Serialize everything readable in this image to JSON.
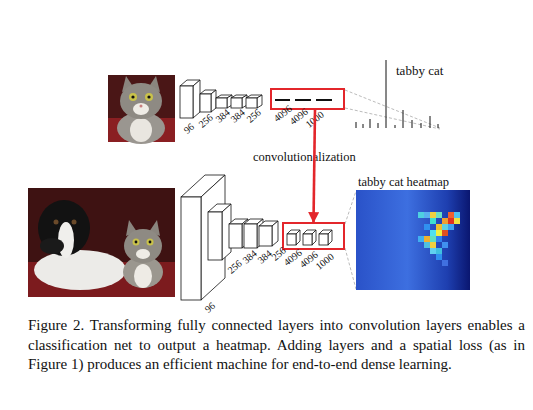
{
  "diagram": {
    "caption": "Figure 2. Transforming fully connected layers into convolution layers enables a classification net to output a heatmap. Adding layers and a spatial loss (as in Figure 1) produces an efficient machine for end-to-end dense learning.",
    "nodes": [
      {
        "text": [
          "4096",
          "4096",
          "1000"
        ]
      },
      {
        "text": [
          "4096",
          "4096",
          "1000"
        ]
      }
    ],
    "edges": [
      {
        "from": 0,
        "to": 1,
        "arrow": "to",
        "label": "convolutionalization"
      }
    ],
    "labels": [
      "tabby cat",
      "96",
      "256",
      "384",
      "384",
      "256",
      "tabby cat heatmap",
      "96",
      "256",
      "384",
      "384",
      "256"
    ]
  }
}
